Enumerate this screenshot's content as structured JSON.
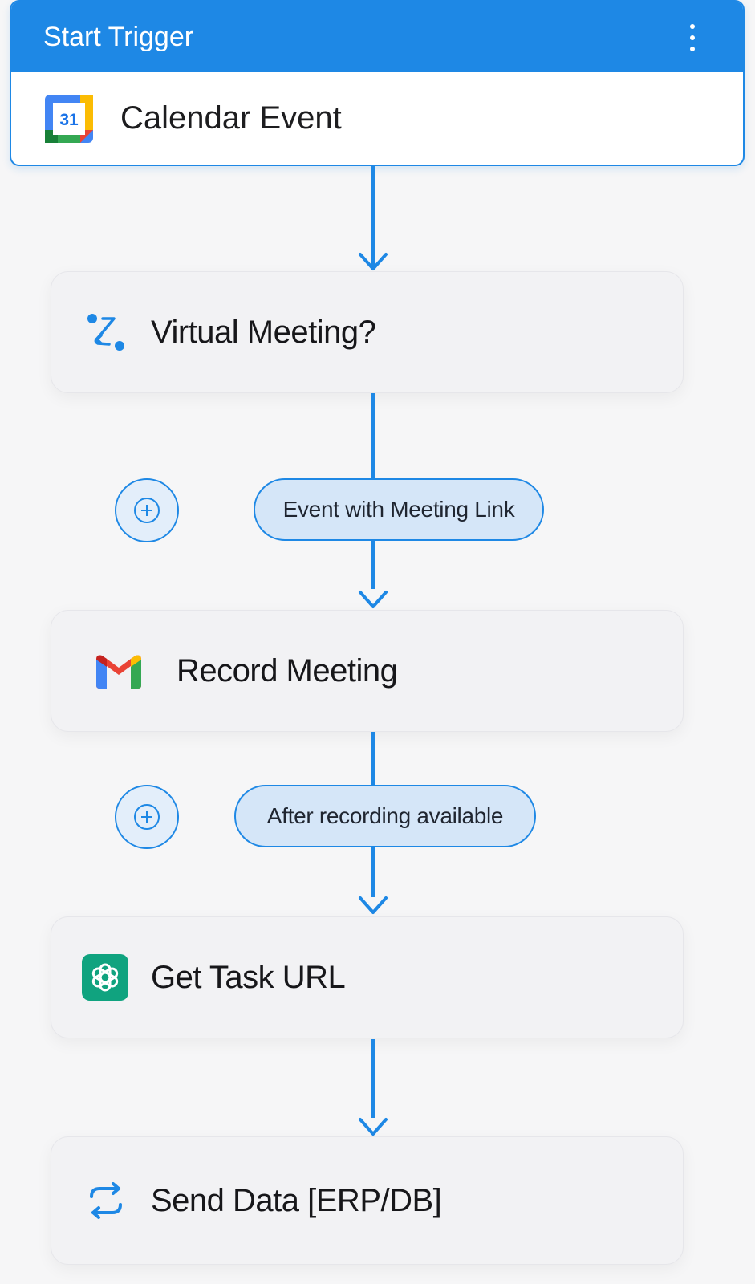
{
  "trigger": {
    "title": "Start Trigger",
    "event_label": "Calendar Event",
    "calendar_day": "31",
    "menu_icon": "kebab-menu-icon"
  },
  "steps": [
    {
      "label": "Virtual Meeting?",
      "icon": "branch-condition-icon"
    },
    {
      "label": "Record Meeting",
      "icon": "gmail-icon"
    },
    {
      "label": "Get Task URL",
      "icon": "openai-icon"
    },
    {
      "label": "Send Data [ERP/DB]",
      "icon": "sync-arrows-icon"
    }
  ],
  "conditions": [
    {
      "label": "Event with Meeting Link",
      "add_icon": "add-circle-icon"
    },
    {
      "label": "After recording available",
      "add_icon": "add-circle-icon"
    }
  ],
  "colors": {
    "accent": "#1e88e5",
    "pill_fill": "#d5e6f8",
    "card_bg": "#f2f2f4",
    "openai_green": "#10a37f"
  }
}
